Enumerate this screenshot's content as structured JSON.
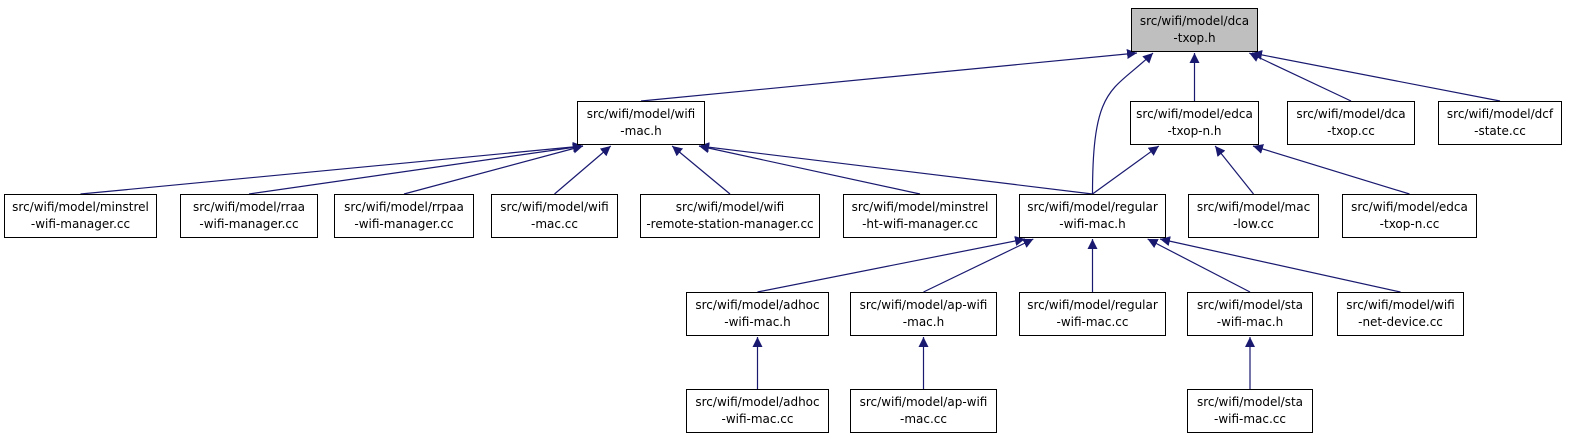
{
  "colors": {
    "edge": "#191970",
    "root_fill": "#bfbfbf",
    "node_fill": "#ffffff",
    "border": "#000000"
  },
  "nodes": {
    "dca_txop_h": {
      "line1": "src/wifi/model/dca",
      "line2": "-txop.h"
    },
    "wifi_mac_h": {
      "line1": "src/wifi/model/wifi",
      "line2": "-mac.h"
    },
    "edca_txop_n_h": {
      "line1": "src/wifi/model/edca",
      "line2": "-txop-n.h"
    },
    "dca_txop_cc": {
      "line1": "src/wifi/model/dca",
      "line2": "-txop.cc"
    },
    "dcf_state_cc": {
      "line1": "src/wifi/model/dcf",
      "line2": "-state.cc"
    },
    "minstrel_cc": {
      "line1": "src/wifi/model/minstrel",
      "line2": "-wifi-manager.cc"
    },
    "rraa_cc": {
      "line1": "src/wifi/model/rraa",
      "line2": "-wifi-manager.cc"
    },
    "rrpaa_cc": {
      "line1": "src/wifi/model/rrpaa",
      "line2": "-wifi-manager.cc"
    },
    "wifi_mac_cc": {
      "line1": "src/wifi/model/wifi",
      "line2": "-mac.cc"
    },
    "remote_station_cc": {
      "line1": "src/wifi/model/wifi",
      "line2": "-remote-station-manager.cc"
    },
    "minstrel_ht_cc": {
      "line1": "src/wifi/model/minstrel",
      "line2": "-ht-wifi-manager.cc"
    },
    "regular_mac_h": {
      "line1": "src/wifi/model/regular",
      "line2": "-wifi-mac.h"
    },
    "mac_low_cc": {
      "line1": "src/wifi/model/mac",
      "line2": "-low.cc"
    },
    "edca_txop_n_cc": {
      "line1": "src/wifi/model/edca",
      "line2": "-txop-n.cc"
    },
    "adhoc_mac_h": {
      "line1": "src/wifi/model/adhoc",
      "line2": "-wifi-mac.h"
    },
    "ap_mac_h": {
      "line1": "src/wifi/model/ap-wifi",
      "line2": "-mac.h"
    },
    "regular_mac_cc": {
      "line1": "src/wifi/model/regular",
      "line2": "-wifi-mac.cc"
    },
    "sta_mac_h": {
      "line1": "src/wifi/model/sta",
      "line2": "-wifi-mac.h"
    },
    "net_device_cc": {
      "line1": "src/wifi/model/wifi",
      "line2": "-net-device.cc"
    },
    "adhoc_mac_cc": {
      "line1": "src/wifi/model/adhoc",
      "line2": "-wifi-mac.cc"
    },
    "ap_mac_cc": {
      "line1": "src/wifi/model/ap-wifi",
      "line2": "-mac.cc"
    },
    "sta_mac_cc": {
      "line1": "src/wifi/model/sta",
      "line2": "-wifi-mac.cc"
    }
  },
  "edges": [
    {
      "from": "wifi_mac_h",
      "to": "dca_txop_h"
    },
    {
      "from": "edca_txop_n_h",
      "to": "dca_txop_h"
    },
    {
      "from": "dca_txop_cc",
      "to": "dca_txop_h"
    },
    {
      "from": "dcf_state_cc",
      "to": "dca_txop_h"
    },
    {
      "from": "regular_mac_h",
      "to": "dca_txop_h"
    },
    {
      "from": "minstrel_cc",
      "to": "wifi_mac_h"
    },
    {
      "from": "rraa_cc",
      "to": "wifi_mac_h"
    },
    {
      "from": "rrpaa_cc",
      "to": "wifi_mac_h"
    },
    {
      "from": "wifi_mac_cc",
      "to": "wifi_mac_h"
    },
    {
      "from": "remote_station_cc",
      "to": "wifi_mac_h"
    },
    {
      "from": "minstrel_ht_cc",
      "to": "wifi_mac_h"
    },
    {
      "from": "regular_mac_h",
      "to": "wifi_mac_h"
    },
    {
      "from": "regular_mac_h",
      "to": "edca_txop_n_h"
    },
    {
      "from": "mac_low_cc",
      "to": "edca_txop_n_h"
    },
    {
      "from": "edca_txop_n_cc",
      "to": "edca_txop_n_h"
    },
    {
      "from": "adhoc_mac_h",
      "to": "regular_mac_h"
    },
    {
      "from": "ap_mac_h",
      "to": "regular_mac_h"
    },
    {
      "from": "regular_mac_cc",
      "to": "regular_mac_h"
    },
    {
      "from": "sta_mac_h",
      "to": "regular_mac_h"
    },
    {
      "from": "net_device_cc",
      "to": "regular_mac_h"
    },
    {
      "from": "adhoc_mac_cc",
      "to": "adhoc_mac_h"
    },
    {
      "from": "ap_mac_cc",
      "to": "ap_mac_h"
    },
    {
      "from": "sta_mac_cc",
      "to": "sta_mac_h"
    }
  ]
}
